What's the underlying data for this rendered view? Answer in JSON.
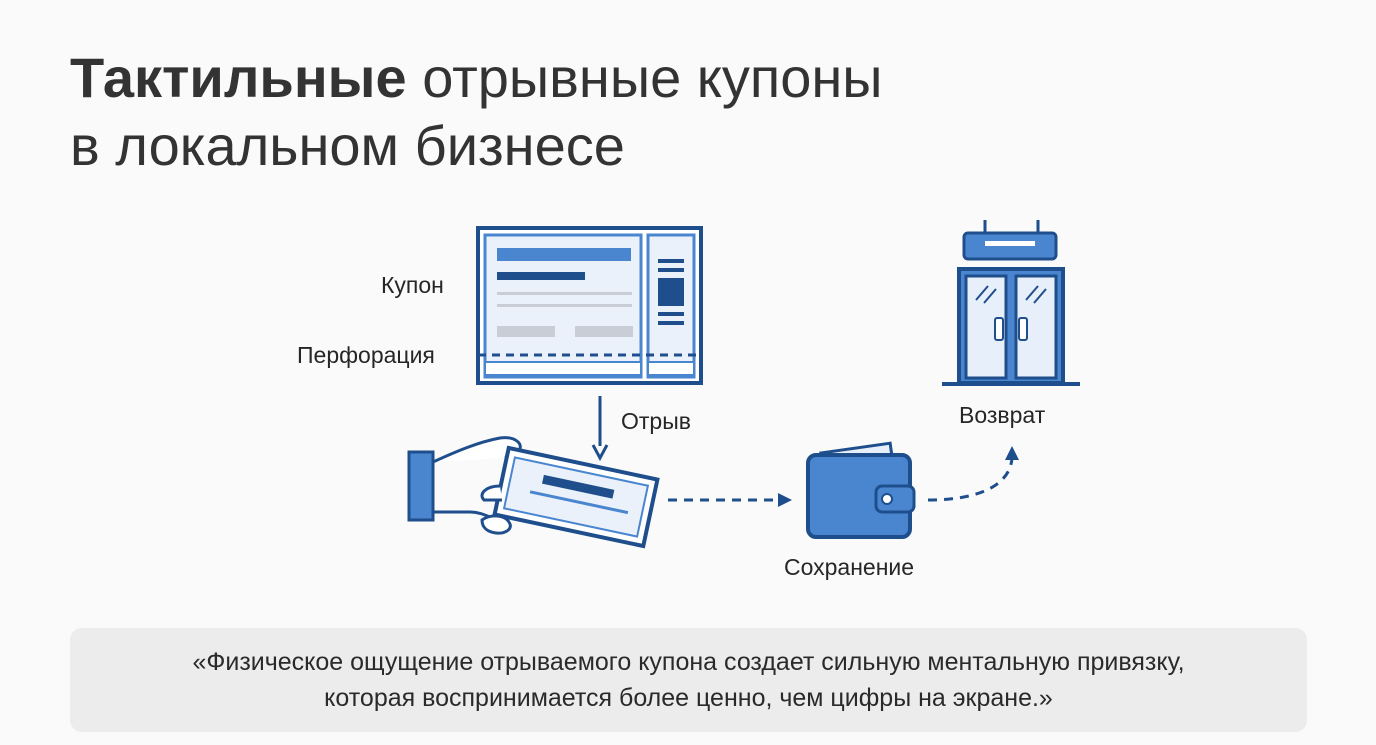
{
  "title": {
    "bold": "Тактильные",
    "rest": " отрывные купоны",
    "line2": "в локальном бизнесе"
  },
  "labels": {
    "coupon": "Купон",
    "perforation": "Перфорация",
    "tear": "Отрыв",
    "save": "Сохранение",
    "return": "Возврат"
  },
  "quote": {
    "line1": "«Физическое ощущение отрываемого купона создает сильную ментальную привязку,",
    "line2": "которая воспринимается более ценно, чем цифры на экране.»"
  },
  "colors": {
    "primary": "#1f4e8c",
    "fill": "#4a86cf",
    "light": "#e6effa",
    "gray": "#c9ced6"
  },
  "icons": [
    "coupon-icon",
    "hand-coupon-icon",
    "wallet-icon",
    "storefront-icon",
    "arrow-down-icon",
    "dashed-arrow-icon"
  ]
}
